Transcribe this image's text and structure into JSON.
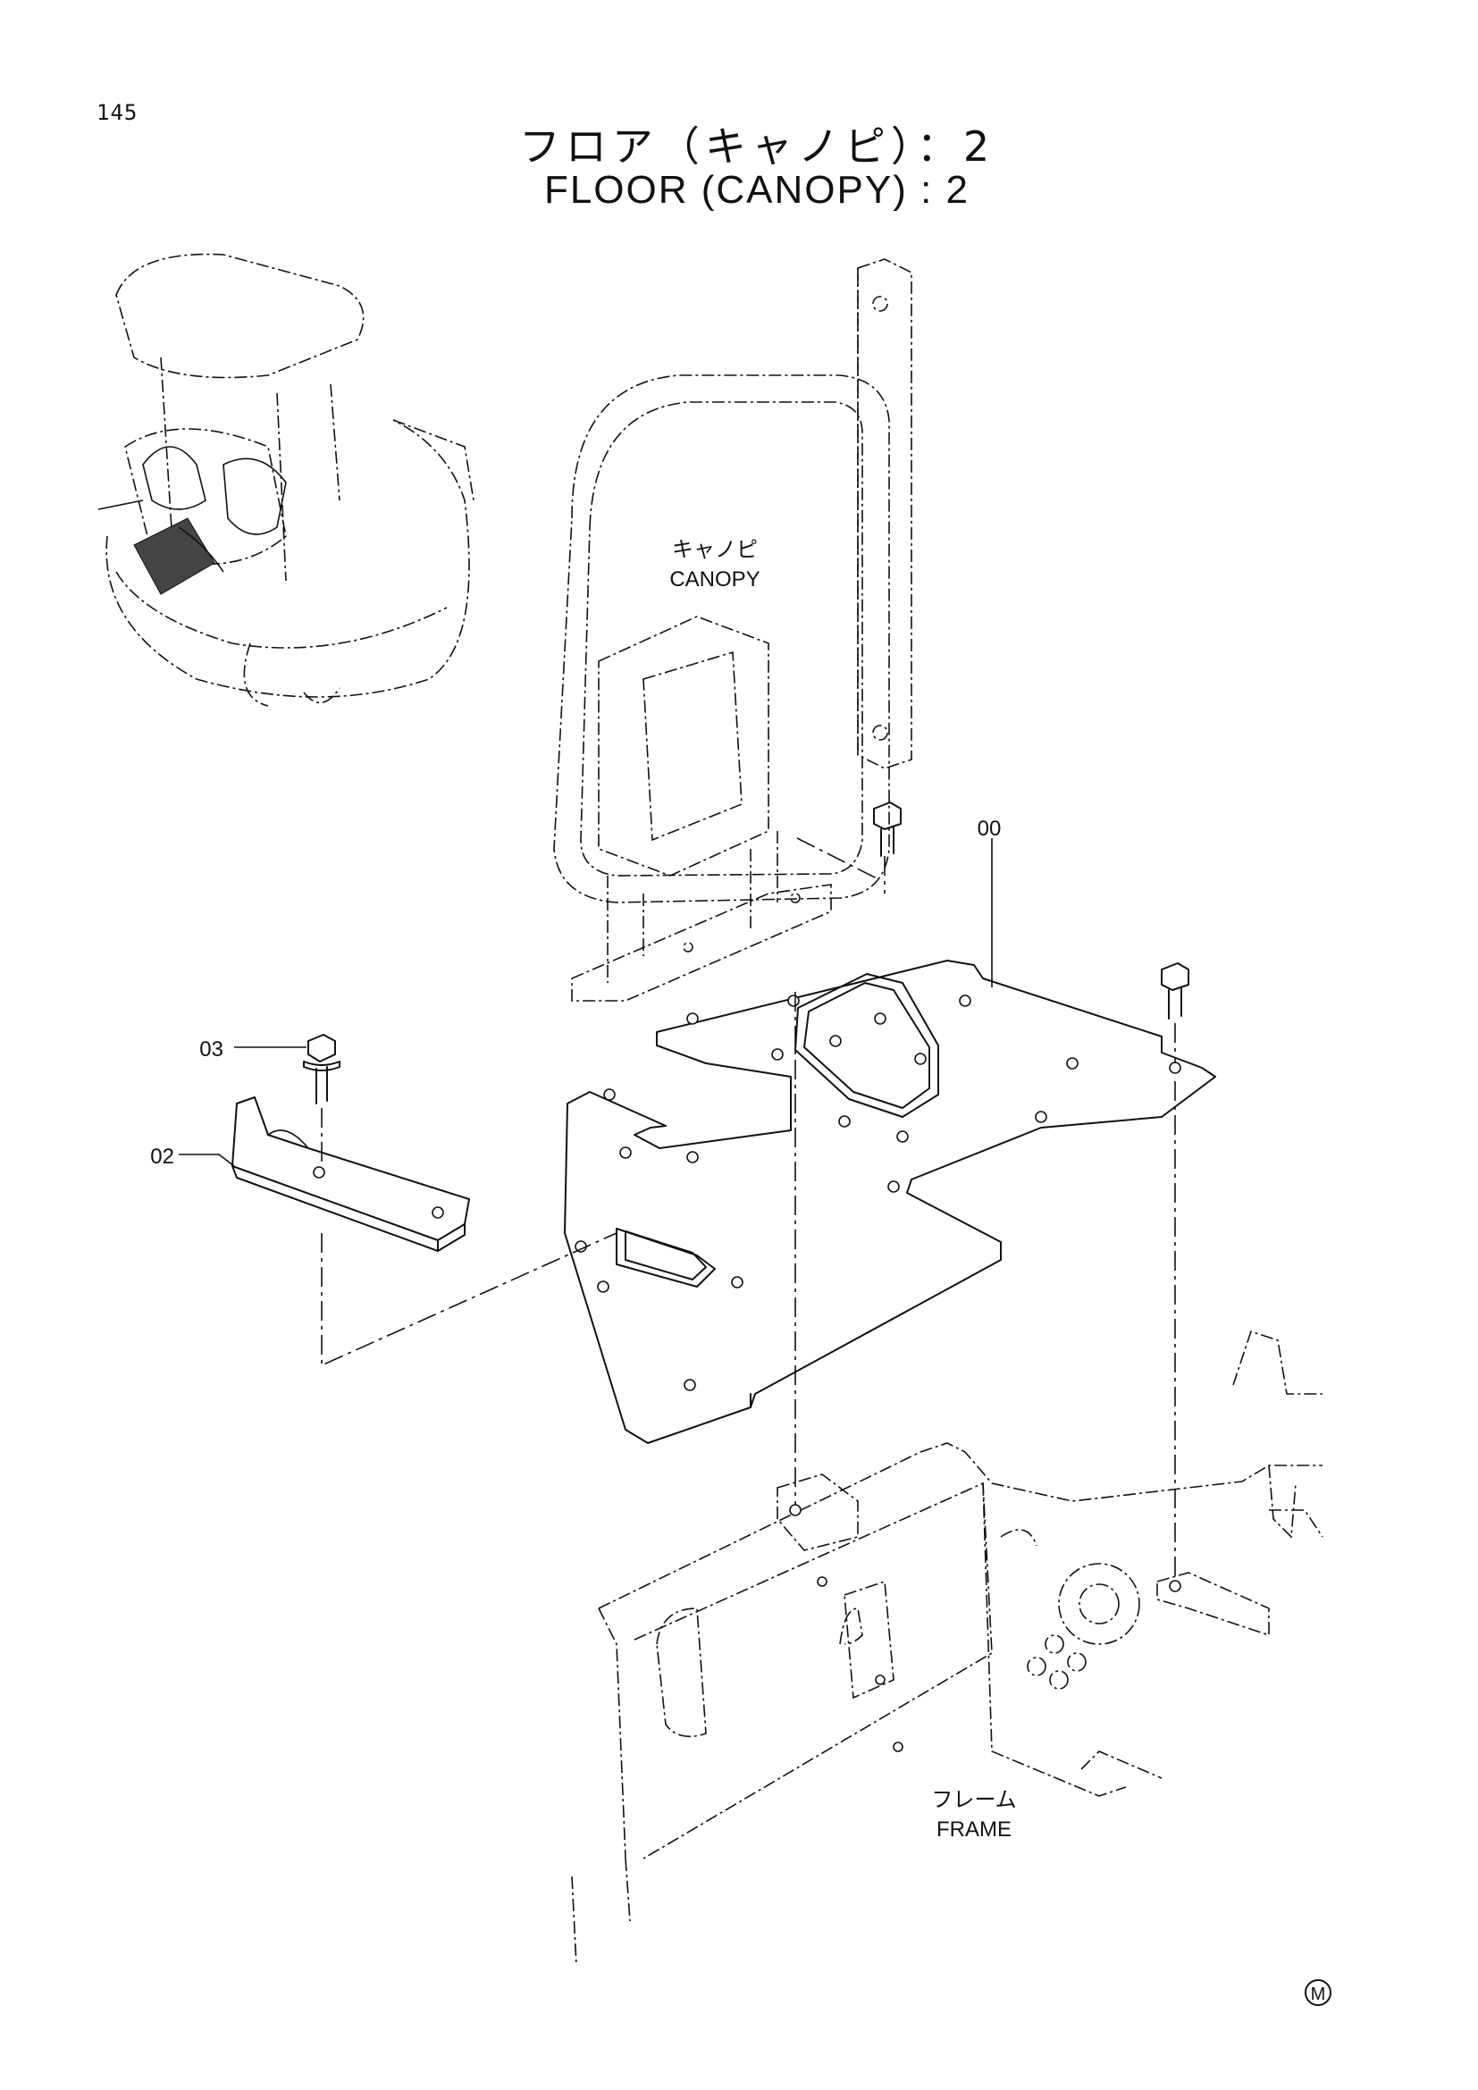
{
  "page_number": "145",
  "title_jp": "フロア（キャノピ）：2",
  "title_en": "FLOOR (CANOPY) : 2",
  "labels": {
    "canopy_jp": "キャノピ",
    "canopy_en": "CANOPY",
    "frame_jp": "フレーム",
    "frame_en": "FRAME"
  },
  "callouts": {
    "floor_plate": "00",
    "bracket": "02",
    "bolt": "03"
  },
  "mark": "M"
}
